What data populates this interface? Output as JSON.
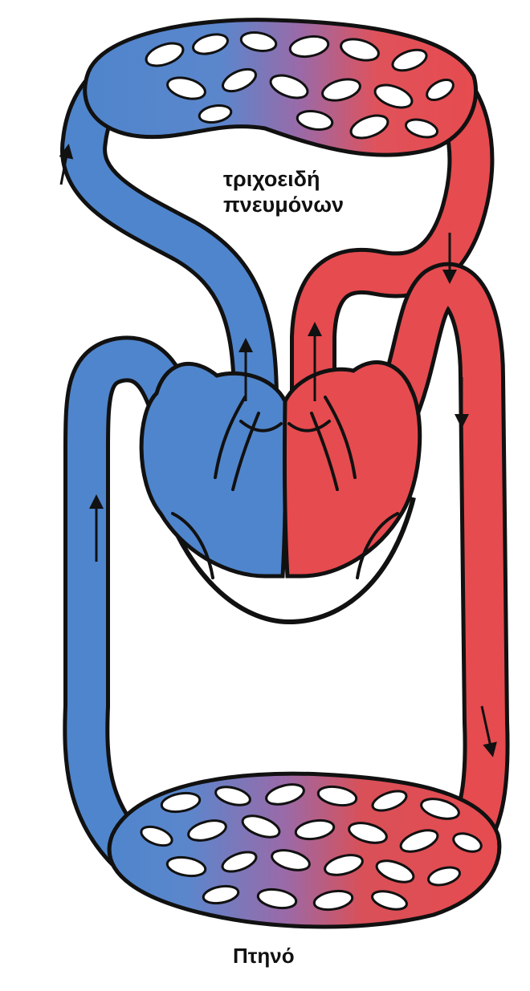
{
  "labels": {
    "lung_capillaries_line1": "τριχοειδή",
    "lung_capillaries_line2": "πνευμόνων",
    "organism": "Πτηνό"
  },
  "colors": {
    "deoxygenated": "#4f85cc",
    "oxygenated": "#e64b4f",
    "outline": "#111111",
    "background": "#ffffff",
    "mixed": "#9a6aa8"
  },
  "icons": {
    "arrow": "flow-arrow-icon"
  }
}
